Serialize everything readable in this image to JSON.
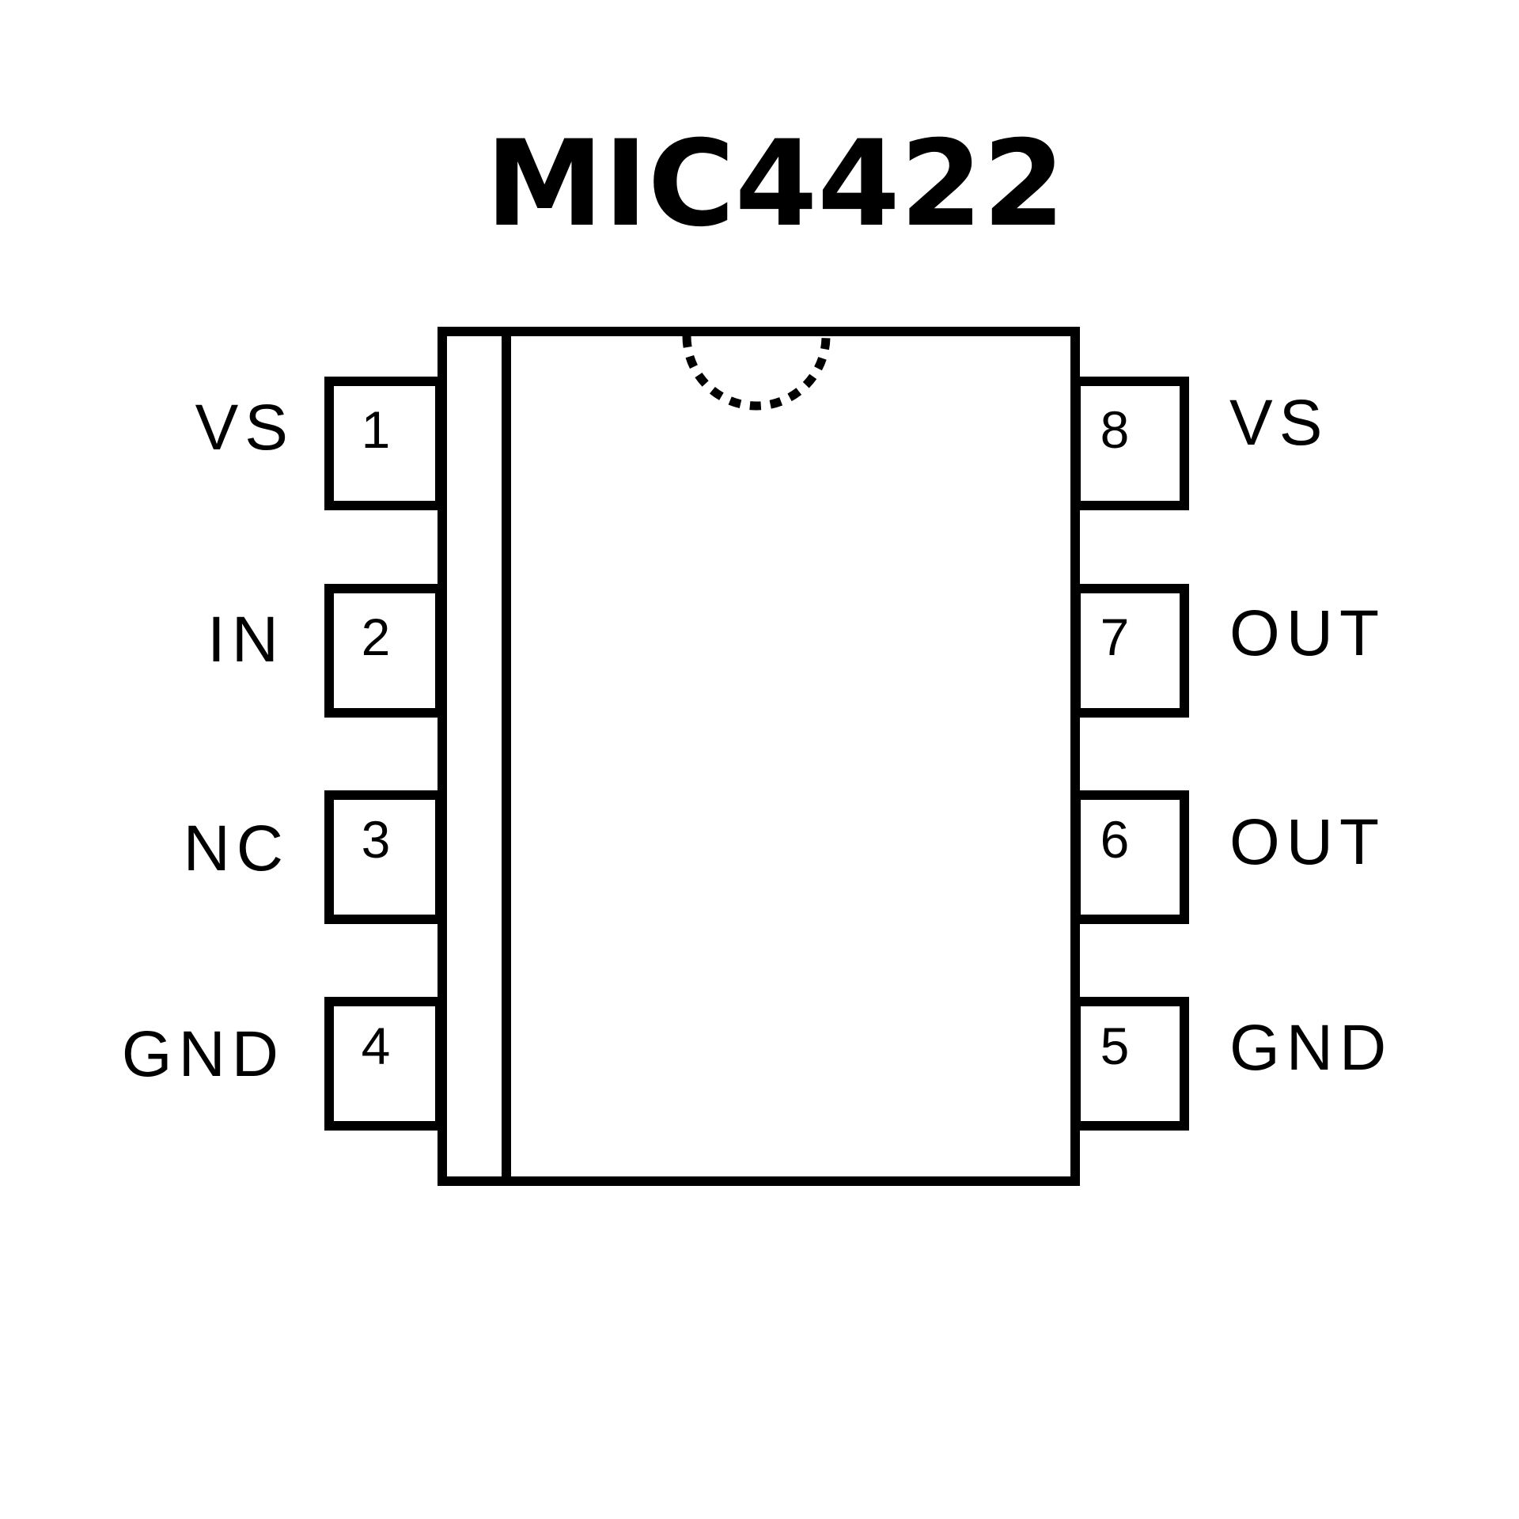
{
  "title": "MIC4422",
  "pins": [
    {
      "number": "1",
      "label": "VS"
    },
    {
      "number": "2",
      "label": "IN"
    },
    {
      "number": "3",
      "label": "NC"
    },
    {
      "number": "4",
      "label": "GND"
    },
    {
      "number": "5",
      "label": "GND"
    },
    {
      "number": "6",
      "label": "OUT"
    },
    {
      "number": "7",
      "label": "OUT"
    },
    {
      "number": "8",
      "label": "VS"
    }
  ],
  "colors": {
    "stroke": "#000000",
    "background": "#ffffff"
  }
}
